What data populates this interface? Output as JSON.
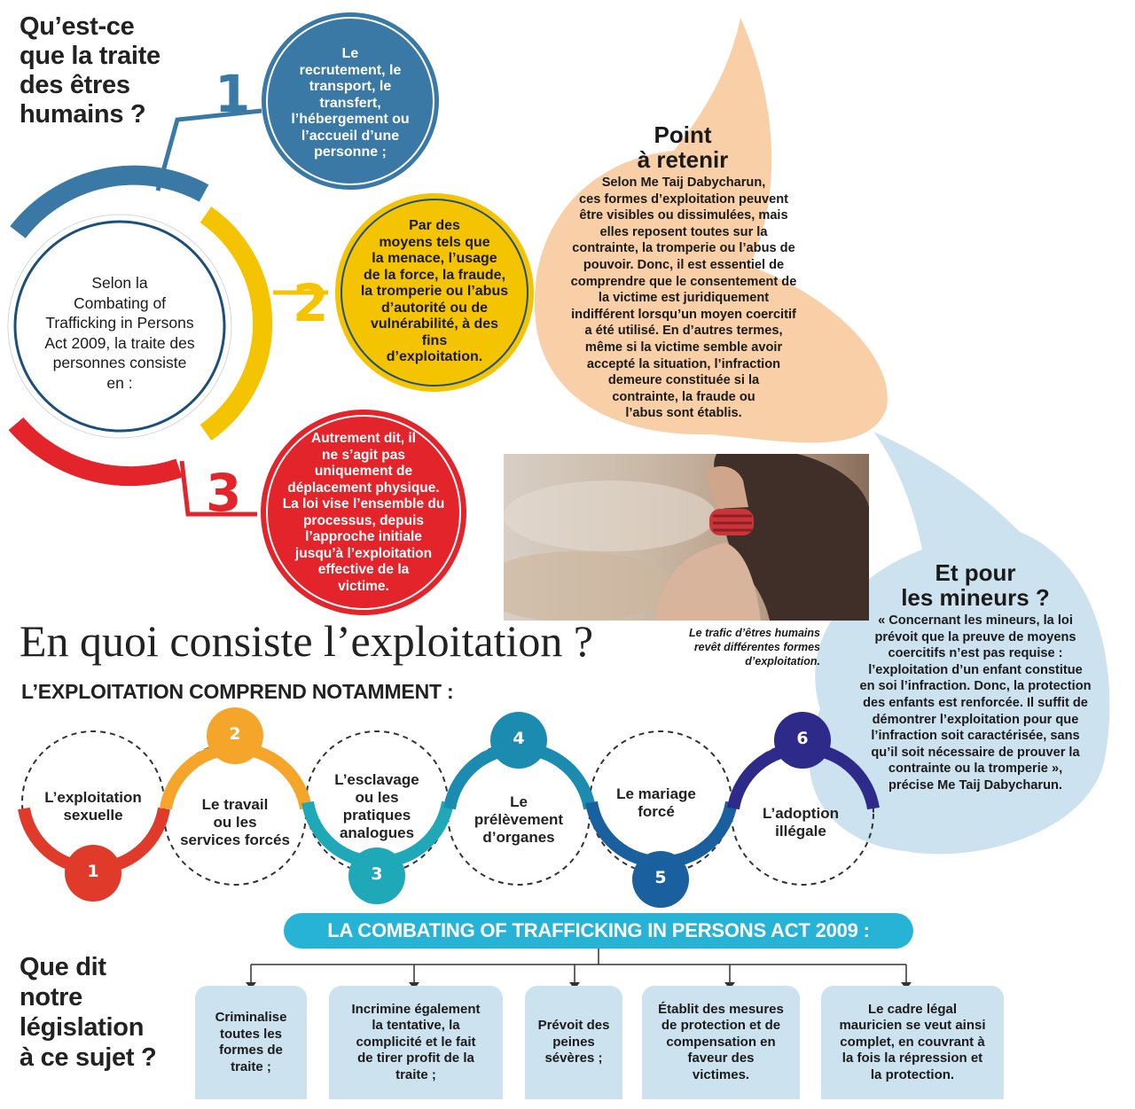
{
  "top": {
    "title_lines": [
      "Qu’est-ce",
      "que la traite",
      "des êtres",
      "humains ?"
    ],
    "center_text_lines": [
      "Selon la",
      "Combating of",
      "Trafficking in Persons",
      "Act 2009, la traite des",
      "personnes consiste",
      "en :"
    ],
    "steps": [
      {
        "number": "1",
        "color": "#3a78a6",
        "lines": [
          "Le",
          "recrutement, le",
          "transport, le",
          "transfert,",
          "l’hébergement ou",
          "l’accueil d’une",
          "personne ;"
        ]
      },
      {
        "number": "2",
        "color": "#f5c400",
        "lines": [
          "Par des",
          "moyens tels que",
          "la menace, l’usage",
          "de la force, la fraude,",
          "la tromperie ou l’abus",
          "d’autorité ou de",
          "vulnérabilité, à des",
          "fins",
          "d’exploitation."
        ]
      },
      {
        "number": "3",
        "color": "#e3242b",
        "lines": [
          "Autrement dit, il",
          "ne s’agit pas",
          "uniquement de",
          "déplacement physique.",
          "La loi vise l’ensemble du",
          "processus, depuis",
          "l’approche initiale",
          "jusqu’à l’exploitation",
          "effective de la",
          "victime."
        ]
      }
    ]
  },
  "tip": {
    "title_lines": [
      "Point",
      "à retenir"
    ],
    "body_lines": [
      "Selon Me Taij Dabycharun,",
      "ces formes d’exploitation peuvent",
      "être visibles ou dissimulées, mais",
      "elles reposent toutes sur la",
      "contrainte, la tromperie ou l’abus de",
      "pouvoir. Donc, il est essentiel de",
      "comprendre que le consentement de",
      "la victime est juridiquement",
      "indifférent lorsqu’un moyen coercitif",
      "a été utilisé. En d’autres termes,",
      "même si la victime semble avoir",
      "accepté la situation, l’infraction",
      "demeure constituée si la",
      "contrainte, la fraude ou",
      "l’abus sont établis."
    ]
  },
  "photo": {
    "caption_lines": [
      "Le trafic d’êtres humains",
      "revêt différentes formes",
      "d’exploitation."
    ]
  },
  "minors": {
    "title_lines": [
      "Et pour",
      "les mineurs ?"
    ],
    "body_lines": [
      "« Concernant les mineurs, la loi",
      "prévoit que la preuve de moyens",
      "coercitifs n’est pas requise :",
      "l’exploitation d’un enfant constitue",
      "en soi l’infraction. Donc, la protection",
      "des enfants est renforcée. Il suffit de",
      "démontrer l’exploitation pour que",
      "l’infraction soit caractérisée, sans",
      "qu’il soit nécessaire de prouver la",
      "contrainte ou la tromperie »,",
      "précise Me Taij Dabycharun."
    ]
  },
  "exploitation": {
    "heading": "En quoi consiste l’exploitation ?",
    "subheading": "L’EXPLOITATION COMPREND NOTAMMENT :",
    "items": [
      {
        "number": "1",
        "color": "#e03a2b",
        "lines": [
          "L’exploitation",
          "sexuelle"
        ]
      },
      {
        "number": "2",
        "color": "#f4a52a",
        "lines": [
          "Le travail",
          "ou les",
          "services forcés"
        ]
      },
      {
        "number": "3",
        "color": "#1fa8b8",
        "lines": [
          "L’esclavage",
          "ou les",
          "pratiques",
          "analogues"
        ]
      },
      {
        "number": "4",
        "color": "#1b8bb0",
        "lines": [
          "Le",
          "prélèvement",
          "d’organes"
        ]
      },
      {
        "number": "5",
        "color": "#1a5f9e",
        "lines": [
          "Le mariage",
          "forcé"
        ]
      },
      {
        "number": "6",
        "color": "#2e2a8a",
        "lines": [
          "L’adoption",
          "illégale"
        ]
      }
    ]
  },
  "law": {
    "question_lines": [
      "Que dit",
      "notre",
      "législation",
      "à ce sujet ?"
    ],
    "banner": "LA COMBATING OF TRAFFICKING IN PERSONS ACT 2009 :",
    "boxes": [
      {
        "lines": [
          "Criminalise",
          "toutes les",
          "formes de",
          "traite ;"
        ]
      },
      {
        "lines": [
          "Incrimine également",
          "la tentative, la",
          "complicité et le fait",
          "de tirer profit de la",
          "traite ;"
        ]
      },
      {
        "lines": [
          "Prévoit des",
          "peines",
          "sévères ;"
        ]
      },
      {
        "lines": [
          "Établit des mesures",
          "de protection et de",
          "compensation en",
          "faveur des",
          "victimes."
        ]
      },
      {
        "lines": [
          "Le cadre légal",
          "mauricien se veut ainsi",
          "complet, en couvrant à",
          "la fois la répression et",
          "la protection."
        ]
      }
    ]
  },
  "colors": {
    "blue": "#3a78a6",
    "yellow": "#f5c400",
    "red": "#e3242b",
    "peach": "#f8cfa6",
    "light_blue": "#cde2ef",
    "banner": "#27b3d6"
  }
}
